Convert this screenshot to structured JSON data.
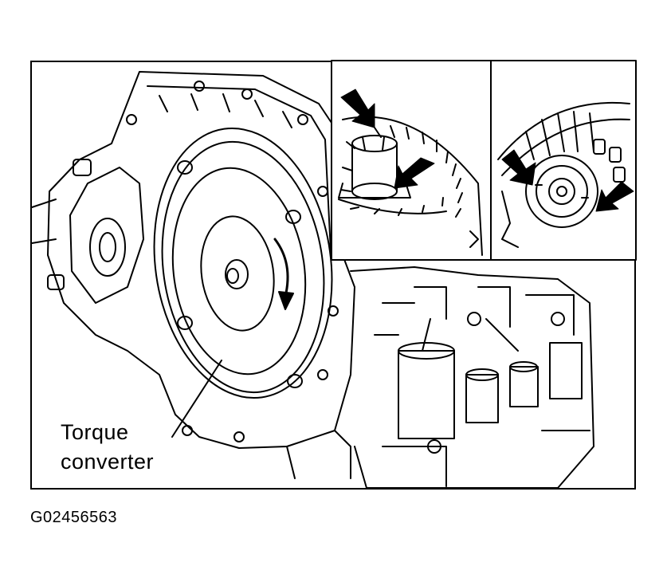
{
  "figure": {
    "callout_line1": "Torque",
    "callout_line2": "converter",
    "code": "G02456563"
  },
  "colors": {
    "ink": "#000000",
    "paper": "#ffffff"
  }
}
